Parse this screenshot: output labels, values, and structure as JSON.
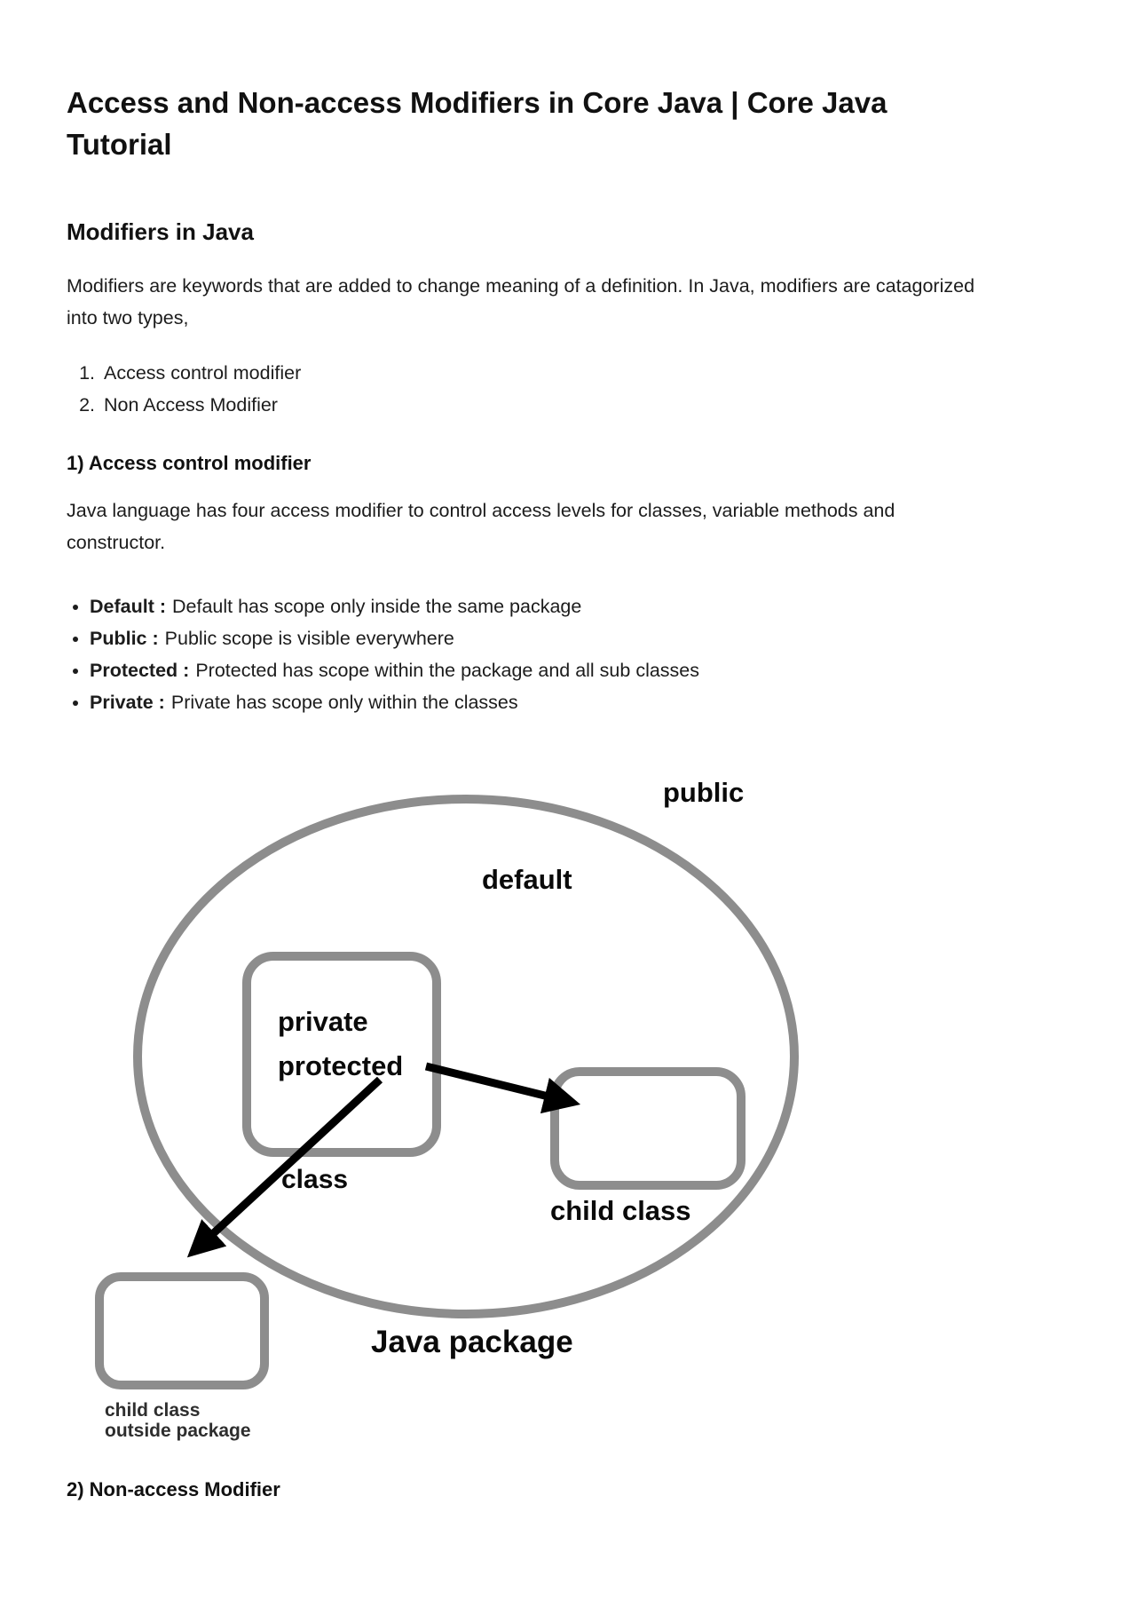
{
  "colors": {
    "page_bg": "#ffffff",
    "body_text": "#1c1c1c",
    "diagram_stroke": "#8d8d8d",
    "diagram_label": "#0a0a0a",
    "diagram_caption": "#2e2e2e",
    "arrow": "#000000"
  },
  "article": {
    "title": "Access and Non-access Modifiers in Core Java | Core Java\nTutorial",
    "section1_heading": "Modifiers in Java",
    "intro_paragraph": "Modifiers are keywords that are added to change meaning of a definition. In Java, modifiers are catagorized\ninto two types,",
    "modifier_types": [
      "Access control modifier",
      "Non Access Modifier"
    ],
    "access_heading": "1) Access control modifier",
    "access_paragraph": "Java language has four access modifier to control access levels for classes, variable methods and\nconstructor.",
    "access_levels": [
      {
        "term": "Default :",
        "description": "Default has scope only inside the same package"
      },
      {
        "term": "Public :",
        "description": "Public scope is visible everywhere"
      },
      {
        "term": "Protected :",
        "description": "Protected has scope within the package and all sub classes"
      },
      {
        "term": "Private :",
        "description": "Private has scope only within the classes"
      }
    ],
    "nonaccess_heading": "2) Non-access Modifier"
  },
  "diagram": {
    "labels": {
      "public": "public",
      "default": "default",
      "private": "private",
      "protected": "protected",
      "class": "class",
      "child_class": "child class",
      "java_package": "Java package",
      "outside_caption_line1": "child class",
      "outside_caption_line2": "outside package"
    }
  }
}
